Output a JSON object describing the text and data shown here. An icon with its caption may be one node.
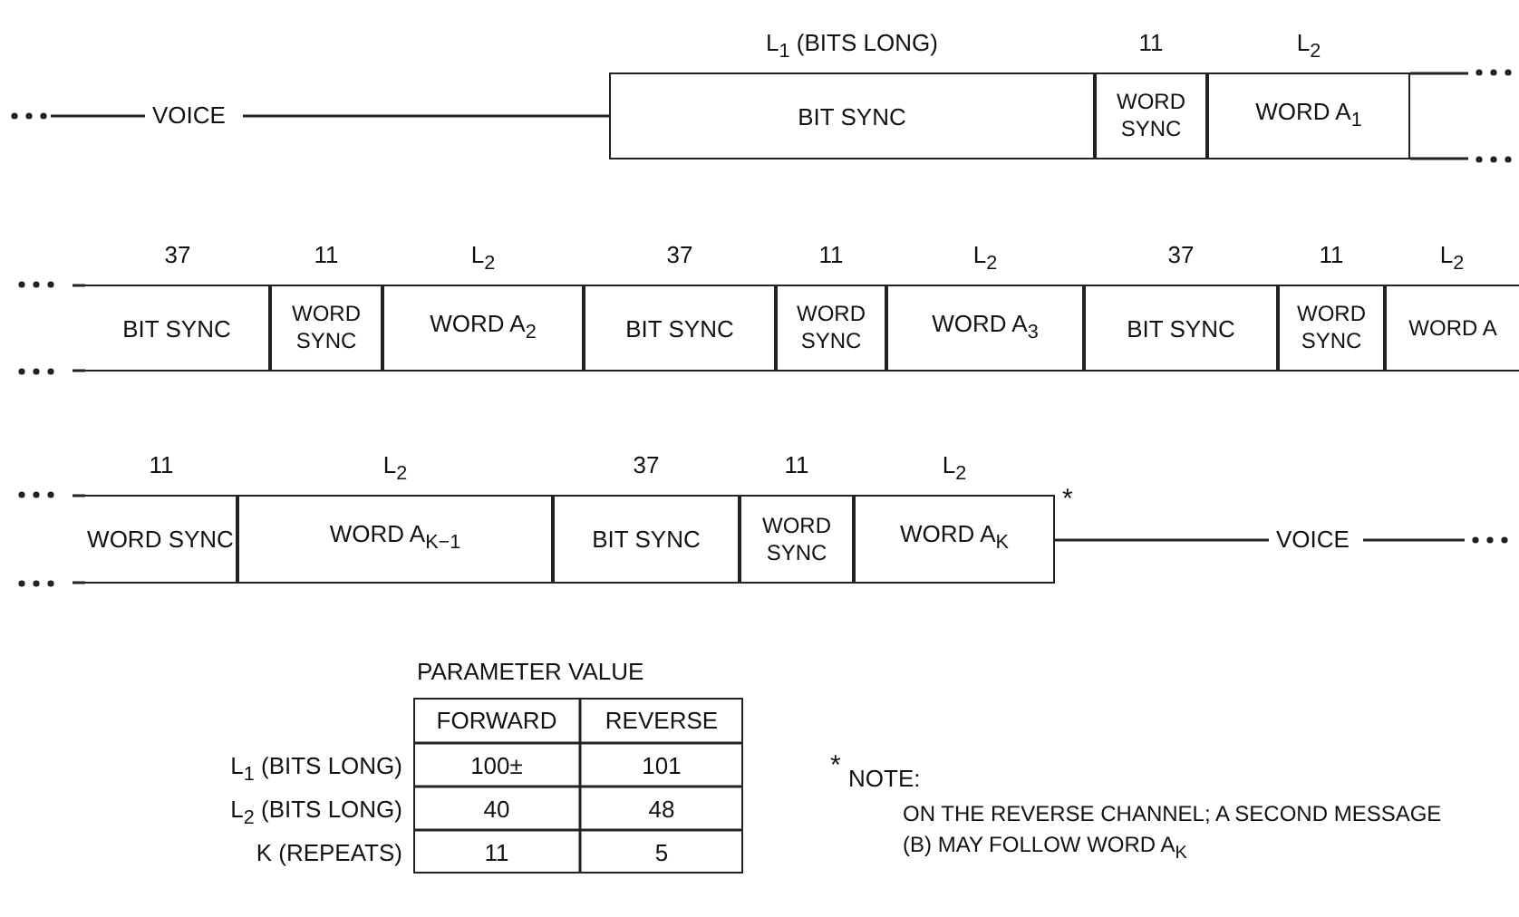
{
  "diagram": {
    "nodes": [
      {
        "text": [
          "BIT SYNC"
        ],
        "beside": [
          "L$_{1}$ (BITS LONG)"
        ]
      },
      {
        "text": [
          "WORD SYNC"
        ],
        "beside": [
          "11"
        ]
      },
      {
        "text": [
          "WORD A$_{1}$"
        ],
        "beside": [
          "L$_{2}$"
        ]
      },
      {
        "text": [
          "BIT SYNC"
        ],
        "beside": [
          "37"
        ]
      },
      {
        "text": [
          "WORD SYNC"
        ],
        "beside": [
          "11"
        ]
      },
      {
        "text": [
          "WORD A$_{2}$"
        ],
        "beside": [
          "L$_{2}$"
        ]
      },
      {
        "text": [
          "BIT SYNC"
        ],
        "beside": [
          "37"
        ]
      },
      {
        "text": [
          "WORD SYNC"
        ],
        "beside": [
          "11"
        ]
      },
      {
        "text": [
          "WORD A$_{3}$"
        ],
        "beside": [
          "L$_{2}$"
        ]
      },
      {
        "text": [
          "BIT SYNC"
        ],
        "beside": [
          "37"
        ]
      },
      {
        "text": [
          "WORD SYNC"
        ],
        "beside": [
          "11"
        ]
      },
      {
        "text": [
          "WORD A"
        ],
        "beside": [
          "L$_{2}$"
        ]
      },
      {
        "text": [
          "WORD SYNC"
        ],
        "beside": [
          "11"
        ]
      },
      {
        "text": [
          "WORD A$_{K−1}$"
        ],
        "beside": [
          "L$_{2}$"
        ]
      },
      {
        "text": [
          "BIT SYNC"
        ],
        "beside": [
          "37"
        ]
      },
      {
        "text": [
          "WORD SYNC"
        ],
        "beside": [
          "11"
        ]
      },
      {
        "text": [
          "WORD A$_{K}$"
        ],
        "beside": [
          "L$_{2}$",
          "*"
        ]
      }
    ],
    "labels": [
      "VOICE",
      "VOICE",
      "PARAMETER VALUE",
      "FORWARD",
      "REVERSE",
      "L$_{1}$ (BITS LONG)",
      "100±",
      "101",
      "L$_{2}$ (BITS LONG)",
      "40",
      "48",
      "K (REPEATS)",
      "11",
      "5",
      "*",
      "NOTE:",
      "ON THE REVERSE CHANNEL; A SECOND MESSAGE (B) MAY FOLLOW WORD A$_{K}$"
    ]
  }
}
